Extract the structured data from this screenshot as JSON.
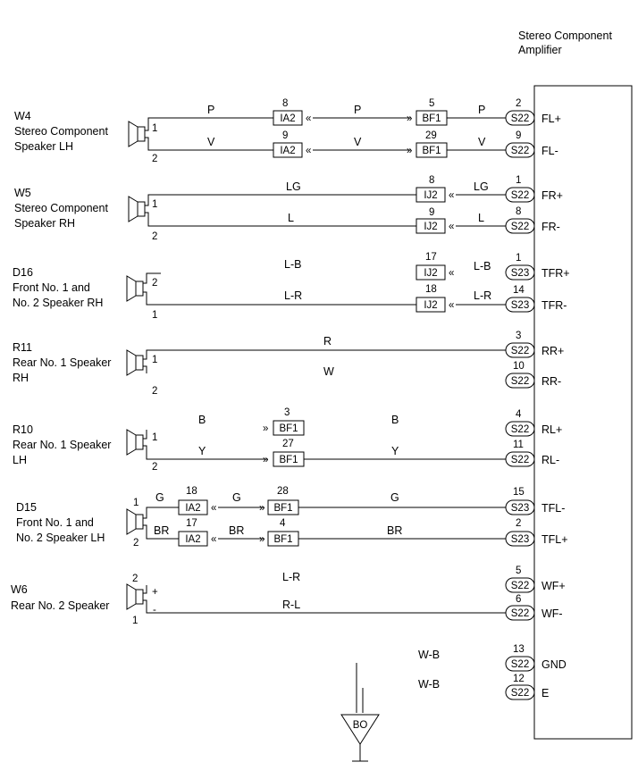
{
  "amplifier": {
    "title_line1": "Stereo Component",
    "title_line2": "Amplifier"
  },
  "ground": {
    "label": "BO"
  },
  "speakers": [
    {
      "id": "W4",
      "line1": "Stereo Component",
      "line2": "Speaker LH",
      "line3": "",
      "pinA": "1",
      "pinB": "2"
    },
    {
      "id": "W5",
      "line1": "Stereo Component",
      "line2": "Speaker RH",
      "line3": "",
      "pinA": "1",
      "pinB": "2"
    },
    {
      "id": "D16",
      "line1": "Front No. 1 and",
      "line2": "No. 2 Speaker RH",
      "line3": "",
      "pinA": "2",
      "pinB": "1"
    },
    {
      "id": "R11",
      "line1": "Rear No. 1 Speaker",
      "line2": "RH",
      "line3": "",
      "pinA": "1",
      "pinB": "2"
    },
    {
      "id": "R10",
      "line1": "Rear No. 1 Speaker",
      "line2": "LH",
      "line3": "",
      "pinA": "1",
      "pinB": "2"
    },
    {
      "id": "D15",
      "line1": "Front No. 1 and",
      "line2": "No. 2 Speaker LH",
      "line3": "",
      "pinA": "1",
      "pinB": "2"
    },
    {
      "id": "W6",
      "line1": "Rear No. 2 Speaker",
      "line2": "",
      "line3": "",
      "pinA": "2",
      "pinB": "1",
      "polA": "+",
      "polB": "-"
    }
  ],
  "wires": [
    {
      "left_color": "P",
      "c1": "IA2",
      "c1_pin": "8",
      "mid_color": "P",
      "c2": "BF1",
      "c2_pin": "5",
      "right_color": "P",
      "amp_conn": "S22",
      "amp_pin": "2",
      "terminal": "FL+"
    },
    {
      "left_color": "V",
      "c1": "IA2",
      "c1_pin": "9",
      "mid_color": "V",
      "c2": "BF1",
      "c2_pin": "29",
      "right_color": "V",
      "amp_conn": "S22",
      "amp_pin": "9",
      "terminal": "FL-"
    },
    {
      "left_color": "LG",
      "c2": "IJ2",
      "c2_pin": "8",
      "right_color": "LG",
      "amp_conn": "S22",
      "amp_pin": "1",
      "terminal": "FR+"
    },
    {
      "left_color": "L",
      "c2": "IJ2",
      "c2_pin": "9",
      "right_color": "L",
      "amp_conn": "S22",
      "amp_pin": "8",
      "terminal": "FR-"
    },
    {
      "left_color": "L-B",
      "c2": "IJ2",
      "c2_pin": "17",
      "right_color": "L-B",
      "amp_conn": "S23",
      "amp_pin": "1",
      "terminal": "TFR+"
    },
    {
      "left_color": "L-R",
      "c2": "IJ2",
      "c2_pin": "18",
      "right_color": "L-R",
      "amp_conn": "S23",
      "amp_pin": "14",
      "terminal": "TFR-"
    },
    {
      "mid_color": "R",
      "amp_conn": "S22",
      "amp_pin": "3",
      "terminal": "RR+"
    },
    {
      "mid_color": "W",
      "amp_conn": "S22",
      "amp_pin": "10",
      "terminal": "RR-"
    },
    {
      "left_color": "B",
      "c1": "BF1",
      "c1_pin": "3",
      "right_color": "B",
      "amp_conn": "S22",
      "amp_pin": "4",
      "terminal": "RL+"
    },
    {
      "left_color": "Y",
      "c1": "BF1",
      "c1_pin": "27",
      "right_color": "Y",
      "amp_conn": "S22",
      "amp_pin": "11",
      "terminal": "RL-"
    },
    {
      "left_color": "G",
      "c1": "IA2",
      "c1_pin": "18",
      "mid_color": "G",
      "c2": "BF1",
      "c2_pin": "28",
      "right_color": "G",
      "amp_conn": "S23",
      "amp_pin": "15",
      "terminal": "TFL-"
    },
    {
      "left_color": "BR",
      "c1": "IA2",
      "c1_pin": "17",
      "mid_color": "BR",
      "c2": "BF1",
      "c2_pin": "4",
      "right_color": "BR",
      "amp_conn": "S23",
      "amp_pin": "2",
      "terminal": "TFL+"
    },
    {
      "mid_color": "L-R",
      "amp_conn": "S22",
      "amp_pin": "5",
      "terminal": "WF+"
    },
    {
      "mid_color": "R-L",
      "amp_conn": "S22",
      "amp_pin": "6",
      "terminal": "WF-"
    },
    {
      "right_color": "W-B",
      "amp_conn": "S22",
      "amp_pin": "13",
      "terminal": "GND"
    },
    {
      "right_color": "W-B",
      "amp_conn": "S22",
      "amp_pin": "12",
      "terminal": "E"
    }
  ]
}
